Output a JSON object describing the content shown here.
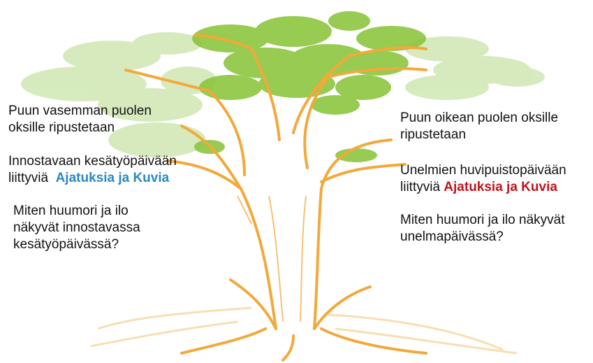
{
  "left": {
    "heading_line1": "Puun vasemman puolen",
    "heading_line2": "oksille ripustetaan",
    "prompt_line1": "Innostavaan kesätyöpäivään",
    "prompt_line2_prefix": "liittyviä",
    "prompt_highlight": "Ajatuksia ja Kuvia",
    "question_line1": "Miten huumori ja ilo",
    "question_line2": "näkyvät innostavassa",
    "question_line3": "kesätyöpäivässä?"
  },
  "right": {
    "heading_line1": "Puun oikean puolen oksille",
    "heading_line2": "ripustetaan",
    "prompt_line1": "Unelmien huvipuistopäivään",
    "prompt_line2_prefix": "liittyviä",
    "prompt_highlight": "Ajatuksia ja Kuvia",
    "question_line1": "Miten huumori ja ilo näkyvät",
    "question_line2": "unelmapäivässä?"
  },
  "colors": {
    "left_highlight": "#2a8ac0",
    "right_highlight": "#c0141c",
    "trunk": "#f2a93b",
    "foliage": "#8cc63f",
    "foliage_faded": "#cfe7b3"
  }
}
